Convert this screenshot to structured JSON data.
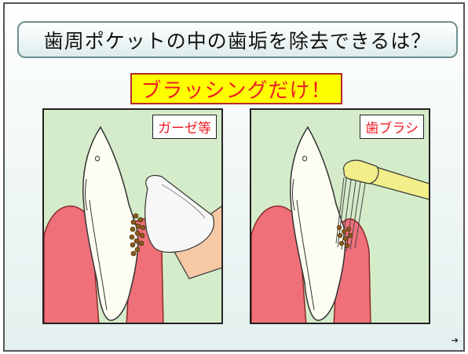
{
  "slide": {
    "title": "歯周ポケットの中の歯垢を除去できるは？",
    "highlight": "ブラッシングだけ！",
    "panels": [
      {
        "label": "ガーゼ等"
      },
      {
        "label": "歯ブラシ"
      }
    ]
  },
  "colors": {
    "panel_bg": "#d5ecca",
    "gum": "#f0707a",
    "tooth": "#fdfdf2",
    "plaque": "#8a5a1a",
    "brush_handle": "#f2ee8a",
    "label_text": "#ee1c24",
    "highlight_bg": "#ffff00"
  }
}
